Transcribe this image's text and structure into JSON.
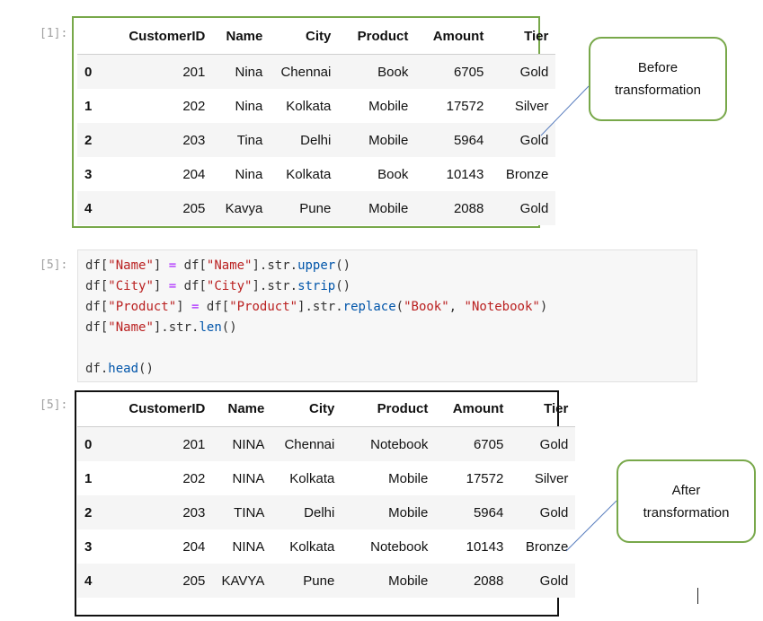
{
  "cell1": {
    "prompt": "[1]:",
    "table": {
      "columns": [
        "",
        "CustomerID",
        "Name",
        "City",
        "Product",
        "Amount",
        "Tier"
      ],
      "rows": [
        [
          "0",
          "201",
          "Nina",
          "Chennai",
          "Book",
          "6705",
          "Gold"
        ],
        [
          "1",
          "202",
          "Nina",
          "Kolkata",
          "Mobile",
          "17572",
          "Silver"
        ],
        [
          "2",
          "203",
          "Tina",
          "Delhi",
          "Mobile",
          "5964",
          "Gold"
        ],
        [
          "3",
          "204",
          "Nina",
          "Kolkata",
          "Book",
          "10143",
          "Bronze"
        ],
        [
          "4",
          "205",
          "Kavya",
          "Pune",
          "Mobile",
          "2088",
          "Gold"
        ]
      ]
    }
  },
  "cell2": {
    "prompt_in": "[5]:",
    "prompt_out": "[5]:",
    "code": [
      [
        [
          "df",
          ""
        ],
        [
          "[",
          ""
        ],
        [
          "\"Name\"",
          "str"
        ],
        [
          "]",
          ""
        ],
        [
          " = ",
          "op"
        ],
        [
          "df",
          ""
        ],
        [
          "[",
          ""
        ],
        [
          "\"Name\"",
          "str"
        ],
        [
          "].",
          ""
        ],
        [
          "str",
          ""
        ],
        [
          ".",
          ""
        ],
        [
          "upper",
          "fn"
        ],
        [
          "()",
          ""
        ]
      ],
      [
        [
          "df",
          ""
        ],
        [
          "[",
          ""
        ],
        [
          "\"City\"",
          "str"
        ],
        [
          "]",
          ""
        ],
        [
          " = ",
          "op"
        ],
        [
          "df",
          ""
        ],
        [
          "[",
          ""
        ],
        [
          "\"City\"",
          "str"
        ],
        [
          "].",
          ""
        ],
        [
          "str",
          ""
        ],
        [
          ".",
          ""
        ],
        [
          "strip",
          "fn"
        ],
        [
          "()",
          ""
        ]
      ],
      [
        [
          "df",
          ""
        ],
        [
          "[",
          ""
        ],
        [
          "\"Product\"",
          "str"
        ],
        [
          "]",
          ""
        ],
        [
          " = ",
          "op"
        ],
        [
          "df",
          ""
        ],
        [
          "[",
          ""
        ],
        [
          "\"Product\"",
          "str"
        ],
        [
          "].",
          ""
        ],
        [
          "str",
          ""
        ],
        [
          ".",
          ""
        ],
        [
          "replace",
          "fn"
        ],
        [
          "(",
          ""
        ],
        [
          "\"Book\"",
          "str"
        ],
        [
          ", ",
          ""
        ],
        [
          "\"Notebook\"",
          "str"
        ],
        [
          ")",
          ""
        ]
      ],
      [
        [
          "df",
          ""
        ],
        [
          "[",
          ""
        ],
        [
          "\"Name\"",
          "str"
        ],
        [
          "].",
          ""
        ],
        [
          "str",
          ""
        ],
        [
          ".",
          ""
        ],
        [
          "len",
          "fn"
        ],
        [
          "()",
          ""
        ]
      ],
      [],
      [
        [
          "df",
          ""
        ],
        [
          ".",
          ""
        ],
        [
          "head",
          "fn"
        ],
        [
          "()",
          ""
        ]
      ]
    ],
    "table": {
      "columns": [
        "",
        "CustomerID",
        "Name",
        "City",
        "Product",
        "Amount",
        "Tier"
      ],
      "rows": [
        [
          "0",
          "201",
          "NINA",
          "Chennai",
          "Notebook",
          "6705",
          "Gold"
        ],
        [
          "1",
          "202",
          "NINA",
          "Kolkata",
          "Mobile",
          "17572",
          "Silver"
        ],
        [
          "2",
          "203",
          "TINA",
          "Delhi",
          "Mobile",
          "5964",
          "Gold"
        ],
        [
          "3",
          "204",
          "NINA",
          "Kolkata",
          "Notebook",
          "10143",
          "Bronze"
        ],
        [
          "4",
          "205",
          "KAVYA",
          "Pune",
          "Mobile",
          "2088",
          "Gold"
        ]
      ]
    }
  },
  "callouts": {
    "before": {
      "line1": "Before",
      "line2": "transformation"
    },
    "after": {
      "line1": "After",
      "line2": "transformation"
    }
  },
  "colors": {
    "callout_border": "#78a84a",
    "before_frame": "#78a84a",
    "after_frame": "#111111",
    "connector_line": "#5b7fbf",
    "string_token": "#ba2121",
    "operator_token": "#aa22ff",
    "function_token": "#0055aa"
  }
}
